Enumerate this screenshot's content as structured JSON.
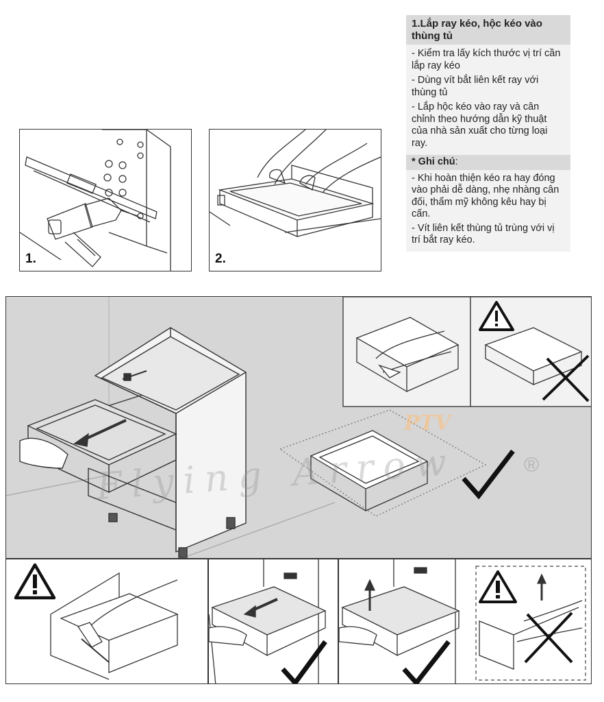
{
  "instructions": {
    "title": "1.Lắp ray kéo, hộc kéo vào thùng tủ",
    "steps": [
      "- Kiểm tra lấy kích thước vị trí cần lắp ray kéo",
      "- Dùng vít bắt liên kết ray với thùng tủ",
      "- Lắp hộc kéo vào ray và cân chỉnh theo hướng dẫn kỹ thuật của nhà sản xuất cho từng loại ray."
    ],
    "note_label": "* Ghi chú",
    "note_colon": ":",
    "notes": [
      "- Khi hoàn thiện kéo ra hay đóng vào phải dễ dàng, nhẹ nhàng cân đối, thẩm mỹ không kêu hay bị cấn.",
      "- Vít liên kết thùng tủ trùng với vị trí bắt ray kéo."
    ]
  },
  "figures": {
    "step1_label": "1.",
    "step2_label": "2."
  },
  "watermark": {
    "brand": "PTV",
    "text": "Flying Arrow",
    "registered": "®"
  },
  "icons": {
    "warning": "warning-triangle-icon",
    "correct": "checkmark-icon",
    "incorrect": "cross-icon",
    "direction": "arrow-icon"
  },
  "colors": {
    "panel_gray": "#d6d6d6",
    "heading_gray": "#d9d9d9",
    "text_gray": "#f2f2f2",
    "watermark_orange": "#f5a25a"
  }
}
